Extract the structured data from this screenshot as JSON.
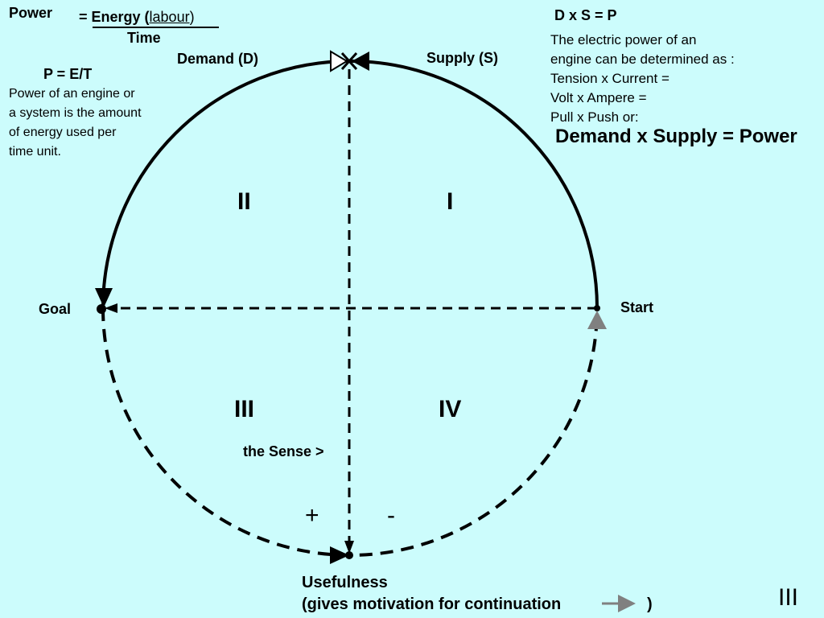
{
  "formula_block": {
    "power": "Power",
    "equals_energy": "= Energy (",
    "labour": "labour",
    "close_paren": ")",
    "time": "Time",
    "p_equals": "P = E/T",
    "definition": [
      "Power of an engine or",
      "a system is the amount",
      "of energy used  per",
      "time unit."
    ]
  },
  "right_block": {
    "dxs": "D x S = P",
    "lines": [
      "The electric power of an",
      "engine can be determined as :",
      "Tension x Current =",
      "Volt x Ampere =",
      " Pull x Push or:"
    ],
    "conclusion": "Demand x Supply = Power"
  },
  "cycle": {
    "demand": "Demand (D)",
    "supply": "Supply (S)",
    "goal": "Goal",
    "start": "Start",
    "quadrants": {
      "q1": "I",
      "q2": "II",
      "q3": "III",
      "q4": "IV"
    },
    "sense": "the Sense >",
    "plus": "+",
    "minus": "-",
    "usefulness": "Usefulness",
    "motivation_open": "(gives motivation for continuation",
    "motivation_close": ")"
  },
  "page_number": "III",
  "colors": {
    "background": "#ccfcfc",
    "ink": "#000000",
    "start_arrow": "#808080"
  }
}
